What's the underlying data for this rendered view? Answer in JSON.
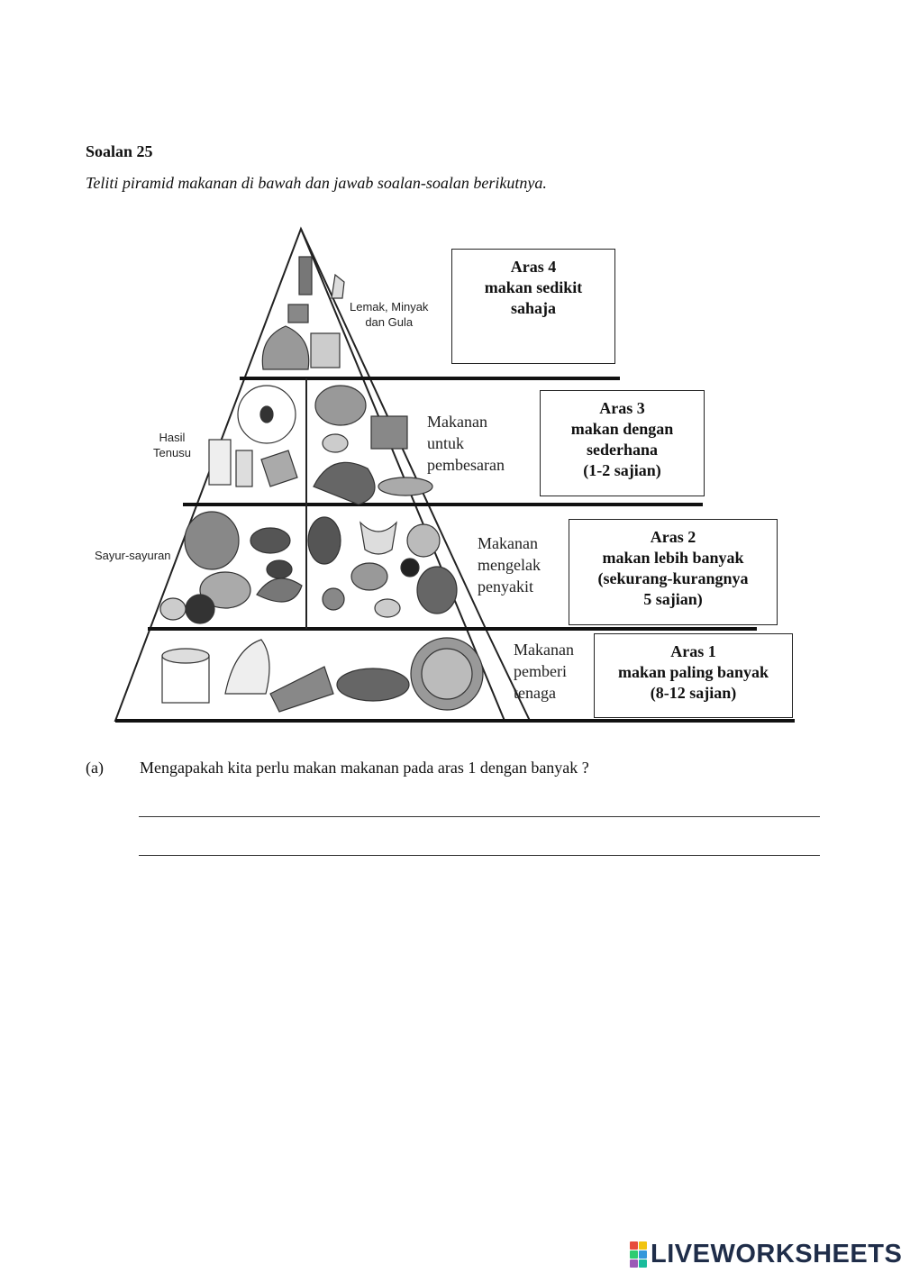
{
  "question": {
    "title": "Soalan 25",
    "instruction": "Teliti piramid makanan di bawah dan jawab soalan-soalan berikutnya."
  },
  "pyramid": {
    "side_labels": {
      "top": [
        "Lemak, Minyak",
        "dan Gula"
      ],
      "dairy": [
        "Hasil",
        "Tenusu"
      ],
      "veg": "Sayur-sayuran"
    },
    "descriptions": {
      "level3": [
        "Makanan",
        "untuk",
        "pembesaran"
      ],
      "level2": [
        "Makanan",
        "mengelak",
        "penyakit"
      ],
      "level1": [
        "Makanan",
        "pemberi",
        "tenaga"
      ]
    },
    "boxes": {
      "level4": [
        "Aras 4",
        "makan sedikit",
        "sahaja"
      ],
      "level3": [
        "Aras 3",
        "makan dengan",
        "sederhana",
        "(1-2 sajian)"
      ],
      "level2": [
        "Aras 2",
        "makan lebih banyak",
        "(sekurang-kurangnya",
        "5 sajian)"
      ],
      "level1": [
        "Aras 1",
        "makan paling banyak",
        "(8-12 sajian)"
      ]
    }
  },
  "part_a": {
    "label": "(a)",
    "text": "Mengapakah kita perlu makan makanan pada aras 1 dengan banyak ?"
  },
  "brand": {
    "name": "LIVEWORKSHEETS",
    "logo_colors": [
      "#e74c3c",
      "#f1c40f",
      "#2ecc71",
      "#3498db",
      "#9b59b6",
      "#1abc9c"
    ]
  }
}
